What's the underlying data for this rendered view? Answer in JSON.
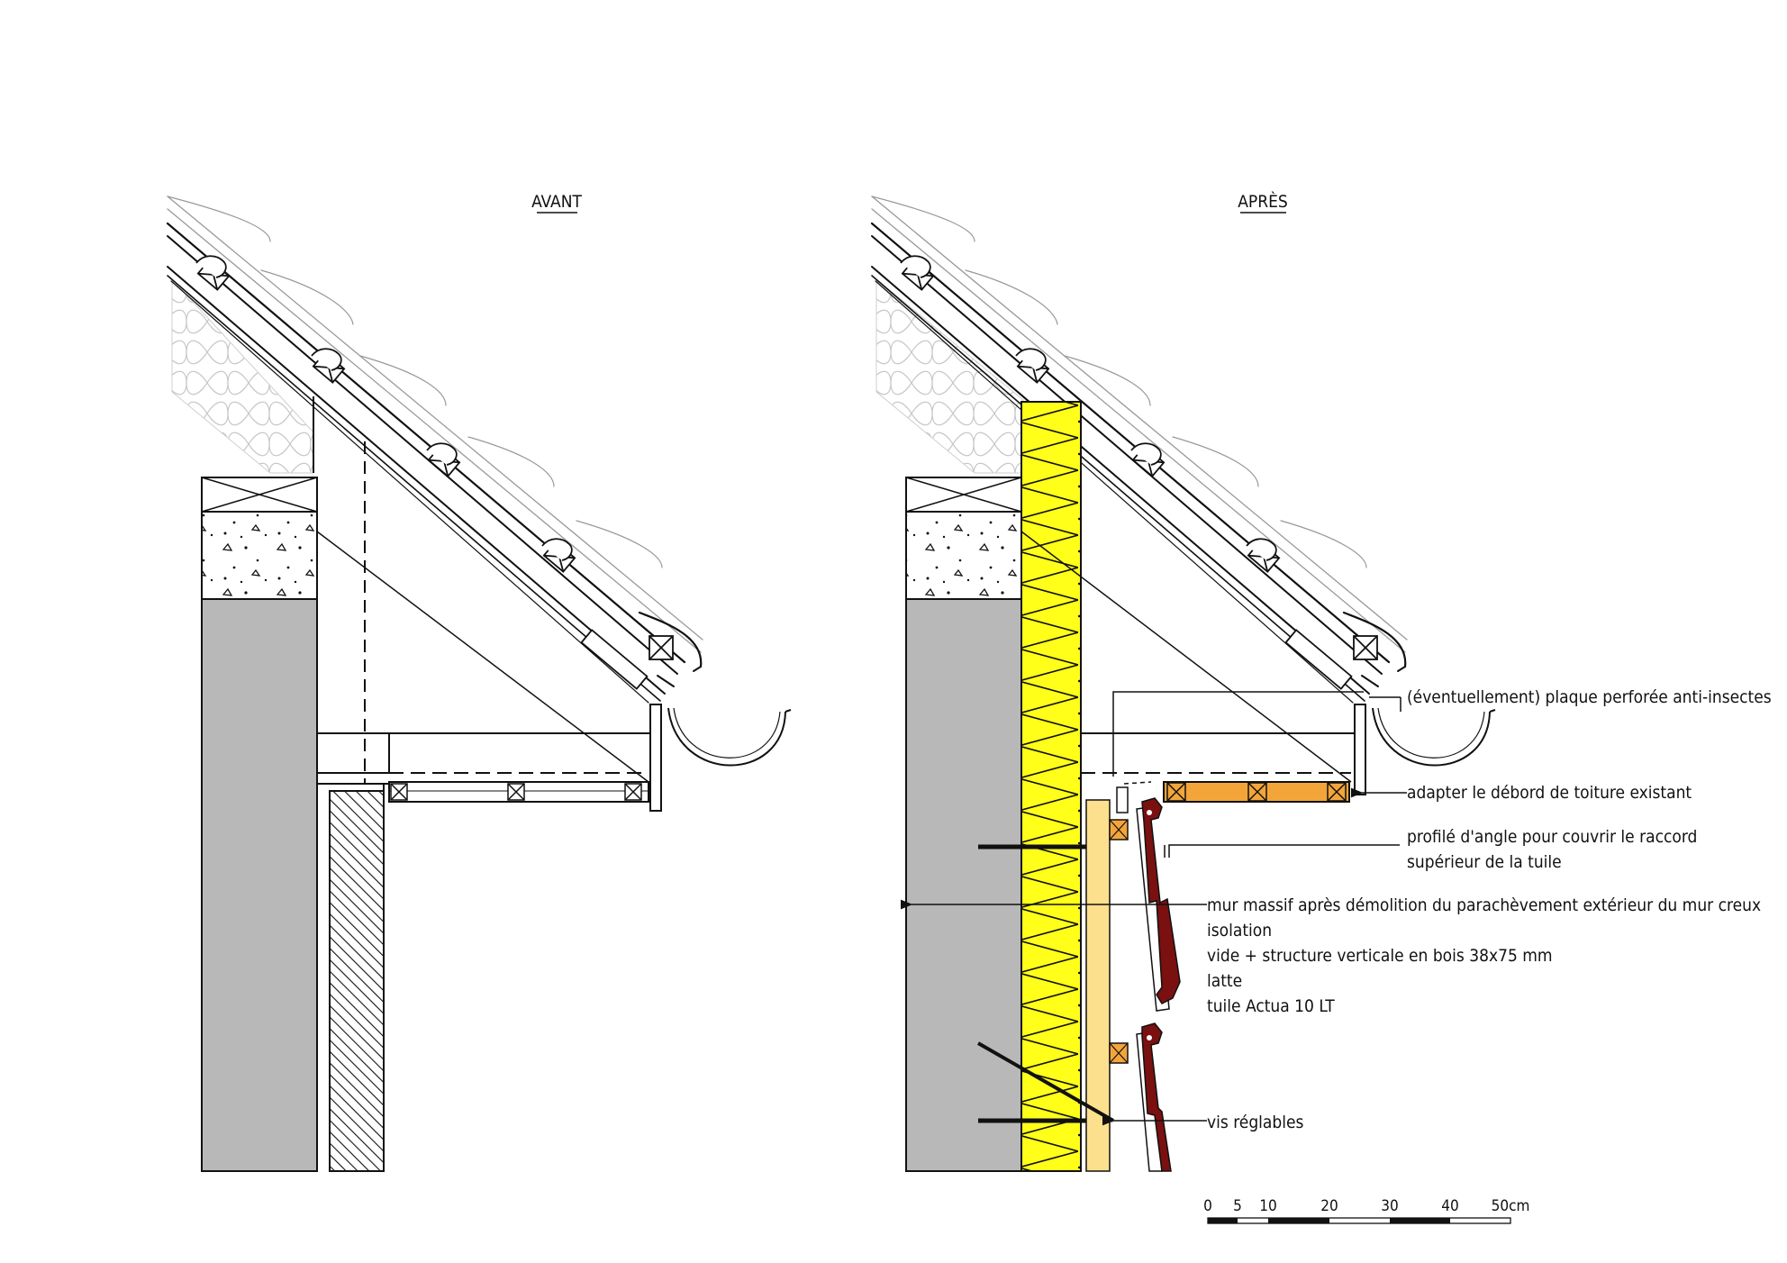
{
  "titles": {
    "before": "AVANT",
    "after": "APRÈS"
  },
  "annotations": [
    "(éventuellement) plaque perforée anti-insectes",
    "adapter le débord de toiture existant",
    "profilé d'angle pour couvrir le raccord",
    "supérieur de la tuile",
    "mur massif après démolition du parachèvement extérieur du mur creux",
    "isolation",
    "vide + structure verticale en bois 38x75 mm",
    "latte",
    "tuile Actua 10 LT",
    "vis réglables"
  ],
  "scale_bar": {
    "ticks": [
      "0",
      "5",
      "10",
      "20",
      "30",
      "40",
      "50cm"
    ]
  },
  "colors": {
    "masonry": "#b8b8b8",
    "insulation": "#ffff1a",
    "timber": "#fde08e",
    "batten": "#f3a53a",
    "tile": "#7a1010",
    "line": "#111111"
  }
}
